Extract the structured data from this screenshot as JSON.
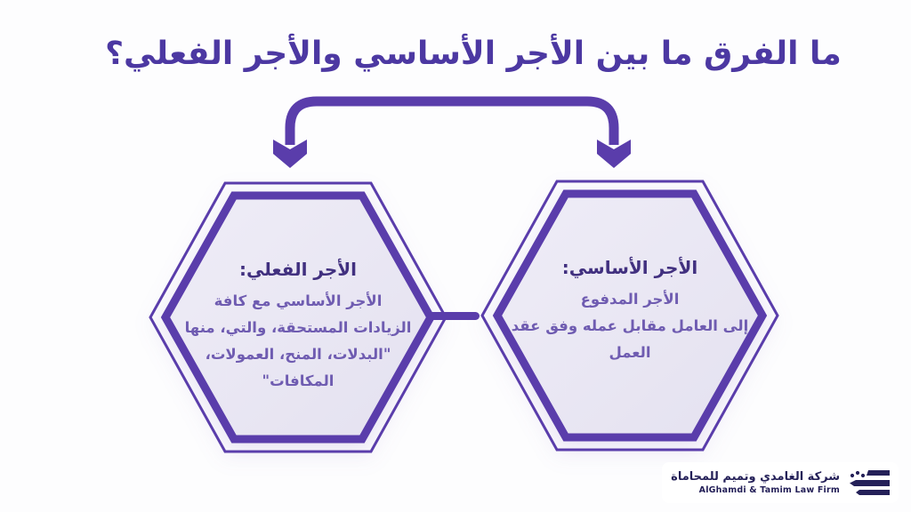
{
  "title": "ما الفرق ما بين الأجر الأساسي والأجر الفعلي؟",
  "hexagons": {
    "left": {
      "heading": "الأجر الفعلي:",
      "lines": [
        "الأجر الأساسي مع كافة",
        "الزيادات المستحقة، والتي، منها",
        "\"البدلات، المنح، العمولات، المكافات\""
      ]
    },
    "right": {
      "heading": "الأجر الأساسي:",
      "lines": [
        "الأجر المدفوع",
        "إلى العامل مقابل عمله وفق عقد العمل"
      ]
    }
  },
  "footer": {
    "brand_ar": "شركة الغامدي وتميم للمحاماة",
    "brand_en": "AlGhamdi & Tamim Law Firm",
    "logo_icon": "law-firm-logomark"
  },
  "colors": {
    "background": "#fdfdfe",
    "title_purple": "#4c38a2",
    "accent_purple": "#5a3dab",
    "hexagon_fill": "#e8e5f2",
    "heading_purple": "#41307f",
    "body_purple": "#6f5cb1",
    "logo_navy": "#242058"
  }
}
